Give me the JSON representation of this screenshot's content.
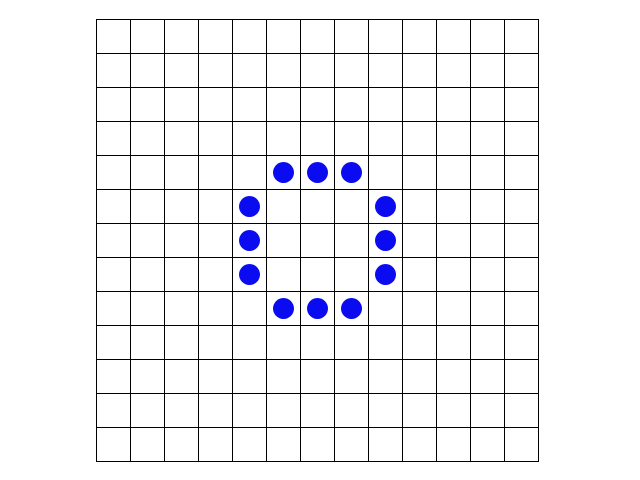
{
  "board": {
    "rows": 13,
    "cols": 13,
    "piece_color": "#0b0bf2",
    "grid_color": "#000000",
    "background_color": "#ffffff",
    "pieces": [
      {
        "row": 4,
        "col": 5
      },
      {
        "row": 4,
        "col": 6
      },
      {
        "row": 4,
        "col": 7
      },
      {
        "row": 5,
        "col": 4
      },
      {
        "row": 5,
        "col": 8
      },
      {
        "row": 6,
        "col": 4
      },
      {
        "row": 6,
        "col": 8
      },
      {
        "row": 7,
        "col": 4
      },
      {
        "row": 7,
        "col": 8
      },
      {
        "row": 8,
        "col": 5
      },
      {
        "row": 8,
        "col": 6
      },
      {
        "row": 8,
        "col": 7
      }
    ]
  }
}
